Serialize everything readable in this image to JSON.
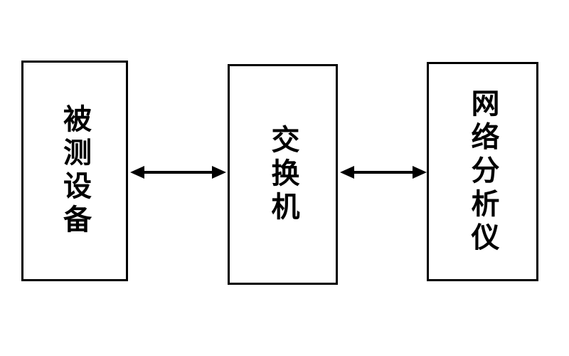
{
  "diagram": {
    "title": "",
    "background_color": "#ffffff",
    "stroke_color": "#000000",
    "boxes": [
      {
        "id": "device-under-test",
        "label": "被测设备"
      },
      {
        "id": "switch",
        "label": "交换机"
      },
      {
        "id": "network-analyzer",
        "label": "网络分析仪"
      }
    ],
    "connections": [
      {
        "from": "device-under-test",
        "to": "switch",
        "type": "bidirectional-arrow"
      },
      {
        "from": "switch",
        "to": "network-analyzer",
        "type": "bidirectional-arrow"
      }
    ]
  }
}
